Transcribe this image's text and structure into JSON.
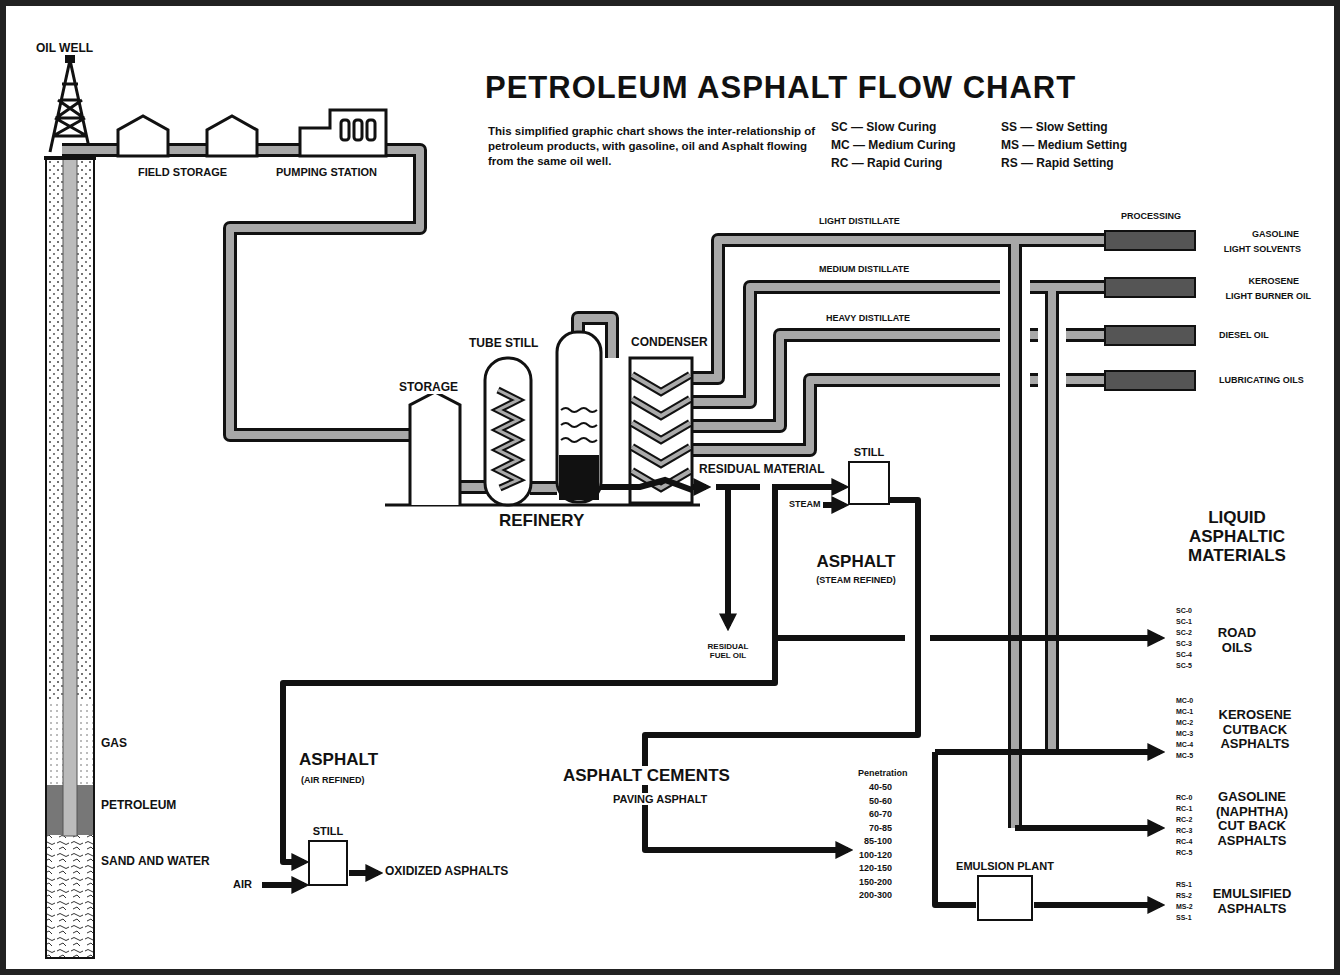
{
  "diagram": {
    "title": "PETROLEUM ASPHALT FLOW CHART",
    "nodes": [
      {
        "text": [
          "STILL"
        ]
      },
      {
        "text": [
          "STILL"
        ]
      },
      {
        "text": [
          "EMULSION PLANT"
        ]
      }
    ],
    "labels": [
      "OIL WELL",
      "FIELD STORAGE",
      "PUMPING STATION",
      "This simplified graphic chart shows the inter-relationship of petroleum products, with gasoline, oil and Asphalt flowing from the same oil well.",
      "SC — Slow Curing",
      "MC — Medium Curing",
      "RC — Rapid Curing",
      "SS — Slow Setting",
      "MS — Medium Setting",
      "RS — Rapid Setting",
      "LIGHT DISTILLATE",
      "MEDIUM DISTILLATE",
      "HEAVY DISTILLATE",
      "PROCESSING",
      "GASOLINE",
      "LIGHT SOLVENTS",
      "KEROSENE",
      "LIGHT BURNER OIL",
      "DIESEL OIL",
      "LUBRICATING OILS",
      "TUBE STILL",
      "CONDENSER",
      "STORAGE",
      "REFINERY",
      "RESIDUAL MATERIAL",
      "STEAM",
      "ASPHALT",
      "(STEAM REFINED)",
      "LIQUID ASPHALTIC MATERIALS",
      "SC-0",
      "SC-1",
      "SC-2",
      "SC-3",
      "SC-4",
      "SC-5",
      "ROAD OILS",
      "RESIDUAL FUEL OIL",
      "MC-0",
      "MC-1",
      "MC-2",
      "MC-3",
      "MC-4",
      "MC-5",
      "KEROSENE CUTBACK ASPHALTS",
      "ASPHALT",
      "(AIR REFINED)",
      "ASPHALT CEMENTS",
      "PAVING ASPHALT",
      "Penetration",
      "40-50",
      "50-60",
      "60-70",
      "70-85",
      "85-100",
      "100-120",
      "120-150",
      "150-200",
      "200-300",
      "GAS",
      "PETROLEUM",
      "SAND AND WATER",
      "RC-0",
      "RC-1",
      "RC-2",
      "RC-3",
      "RC-4",
      "RC-5",
      "GASOLINE (NAPHTHA) CUT BACK ASPHALTS",
      "RS-1",
      "RS-2",
      "MS-2",
      "SS-1",
      "EMULSIFIED ASPHALTS",
      "AIR",
      "OXIDIZED ASPHALTS"
    ]
  }
}
